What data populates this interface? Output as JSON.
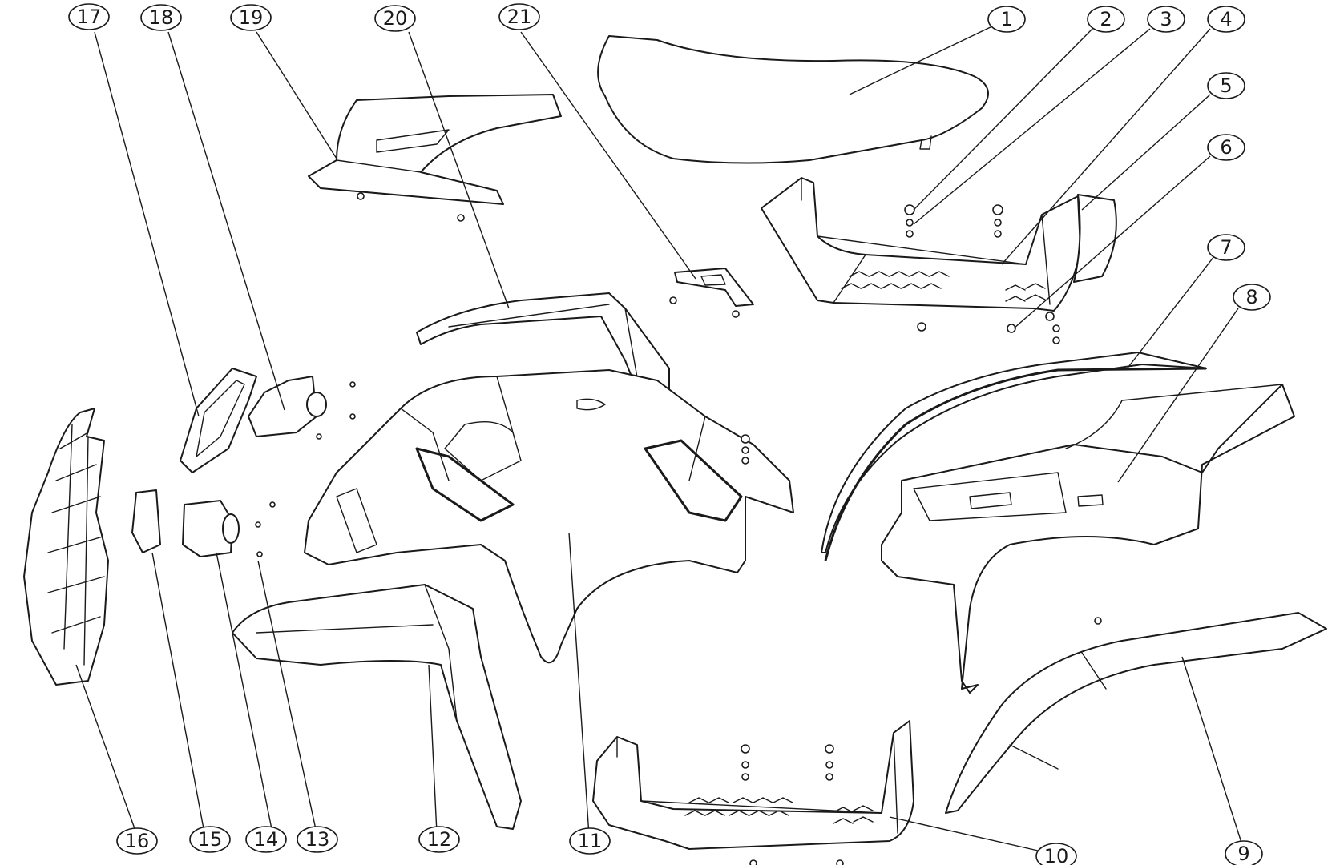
{
  "diagram": {
    "type": "exploded-parts-view",
    "line_color": "#1a1a1a",
    "background": "#ffffff",
    "callouts": [
      "1",
      "2",
      "3",
      "4",
      "5",
      "6",
      "7",
      "8",
      "9",
      "10",
      "11",
      "12",
      "13",
      "14",
      "15",
      "16",
      "17",
      "18",
      "19",
      "20",
      "21"
    ]
  }
}
